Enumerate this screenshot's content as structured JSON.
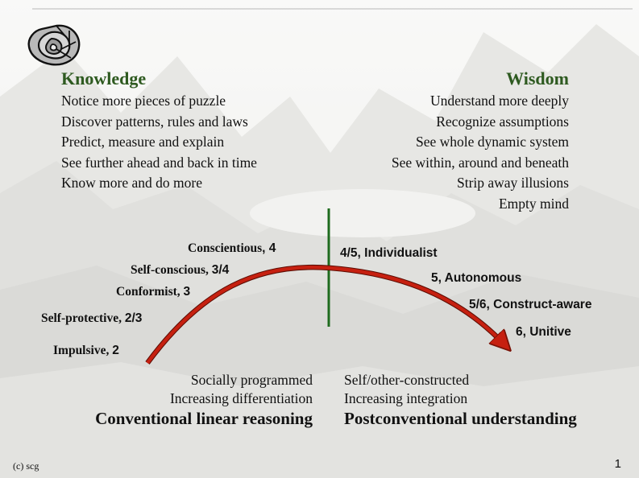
{
  "knowledge": {
    "title": "Knowledge",
    "items": [
      "Notice more pieces of puzzle",
      "Discover patterns, rules and laws",
      "Predict, measure and explain",
      "See further ahead and back in time",
      "Know more and do more"
    ]
  },
  "wisdom": {
    "title": "Wisdom",
    "items": [
      "Understand more deeply",
      "Recognize assumptions",
      "See whole dynamic system",
      "See within, around and beneath",
      "Strip away illusions",
      "Empty mind"
    ]
  },
  "stages": {
    "impulsive": {
      "name": "Impulsive, ",
      "num": "2"
    },
    "self_protective": {
      "name": "Self-protective, ",
      "num": "2/3"
    },
    "conformist": {
      "name": "Conformist, ",
      "num": "3"
    },
    "self_conscious": {
      "name": "Self-conscious, ",
      "num": "3/4"
    },
    "conscientious": {
      "name": "Conscientious",
      "num": ", 4"
    },
    "individualist": {
      "text": "4/5, Individualist"
    },
    "autonomous": {
      "text": "5, Autonomous"
    },
    "construct_aware": {
      "text": "5/6, Construct-aware"
    },
    "unitive": {
      "text": "6, Unitive"
    }
  },
  "bottom_left": {
    "line1": "Socially programmed",
    "line2": "Increasing differentiation",
    "line3": "Conventional linear reasoning"
  },
  "bottom_right": {
    "line1": "Self/other-constructed",
    "line2": "Increasing integration",
    "line3": "Postconventional understanding"
  },
  "footer": {
    "copyright": "(c) scg",
    "page_number": "1"
  },
  "colors": {
    "title_green": "#2e5a20",
    "arc_red": "#c62010",
    "divider_green": "#1e6b1e"
  }
}
